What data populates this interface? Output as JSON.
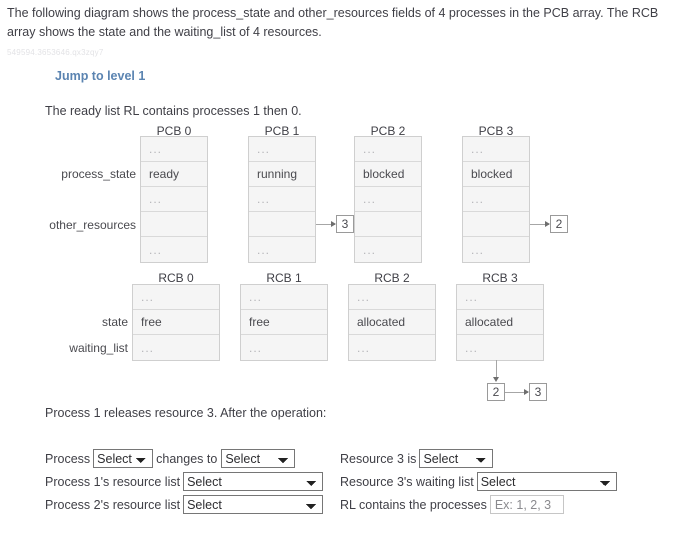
{
  "intro": "The following diagram shows the process_state and other_resources fields of 4 processes in the PCB array. The RCB array shows the state and the waiting_list of 4 resources.",
  "watermark": "549594.3653646.qx3zqy7",
  "jump_link": "Jump to level 1",
  "ready_line": "The ready list RL contains processes 1 then 0.",
  "diagram": {
    "pcb": {
      "row_labels": [
        "process_state",
        "other_resources"
      ],
      "columns": [
        {
          "title": "PCB 0",
          "cells": [
            "...",
            "ready",
            "...",
            "",
            "..."
          ],
          "link_node": null
        },
        {
          "title": "PCB 1",
          "cells": [
            "...",
            "running",
            "...",
            "",
            "..."
          ],
          "link_node": "3"
        },
        {
          "title": "PCB 2",
          "cells": [
            "...",
            "blocked",
            "...",
            "",
            "..."
          ],
          "link_node": null
        },
        {
          "title": "PCB 3",
          "cells": [
            "...",
            "blocked",
            "...",
            "",
            "..."
          ],
          "link_node": "2"
        }
      ]
    },
    "rcb": {
      "row_labels": [
        "state",
        "waiting_list"
      ],
      "columns": [
        {
          "title": "RCB 0",
          "cells": [
            "...",
            "free",
            "..."
          ]
        },
        {
          "title": "RCB 1",
          "cells": [
            "...",
            "free",
            "..."
          ]
        },
        {
          "title": "RCB 2",
          "cells": [
            "...",
            "allocated",
            "..."
          ]
        },
        {
          "title": "RCB 3",
          "cells": [
            "...",
            "allocated",
            "..."
          ]
        }
      ],
      "waiting_chain": [
        "2",
        "3"
      ]
    }
  },
  "operation_line": "Process 1 releases resource 3. After the operation:",
  "form": {
    "left": [
      {
        "prefix": "Process",
        "select1": "Select",
        "middle": "changes to",
        "select2": "Select"
      },
      {
        "prefix": "Process 1's resource list",
        "select1": "Select"
      },
      {
        "prefix": "Process 2's resource list",
        "select1": "Select"
      }
    ],
    "right": [
      {
        "prefix": "Resource 3 is",
        "select1": "Select"
      },
      {
        "prefix": "Resource 3's waiting list",
        "select1": "Select"
      },
      {
        "prefix": "RL contains the processes",
        "placeholder": "Ex: 1, 2, 3",
        "value": ""
      }
    ]
  },
  "colors": {
    "link": "#5b84b1",
    "cell_bg": "#f5f5f5",
    "cell_border": "#cfcfcf",
    "text": "#3f3f46"
  }
}
